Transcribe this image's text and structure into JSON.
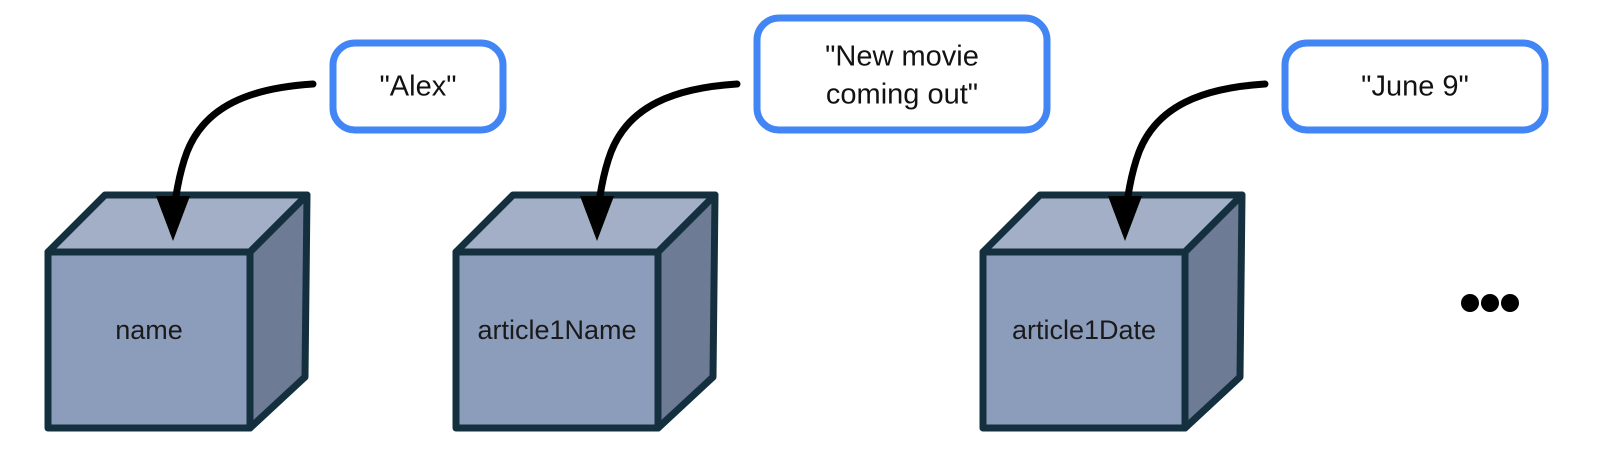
{
  "diagram": {
    "title": "Object properties cube diagram",
    "background_color": "#ffffff",
    "colors": {
      "cube_top": "#a3afc6",
      "cube_front": "#8c9cbb",
      "cube_side": "#6d7b94",
      "cube_stroke": "#14303f",
      "callout_border": "#4285f4",
      "callout_fill": "#ffffff",
      "arrow": "#000000",
      "text": "#121212"
    },
    "cubes": [
      {
        "label": "name"
      },
      {
        "label": "article1Name"
      },
      {
        "label": "article1Date"
      }
    ],
    "callouts": [
      {
        "lines": [
          "\"Alex\""
        ]
      },
      {
        "lines": [
          "\"New movie",
          "coming out\""
        ]
      },
      {
        "lines": [
          "\"June 9\""
        ]
      }
    ],
    "ellipsis": "• • •"
  }
}
